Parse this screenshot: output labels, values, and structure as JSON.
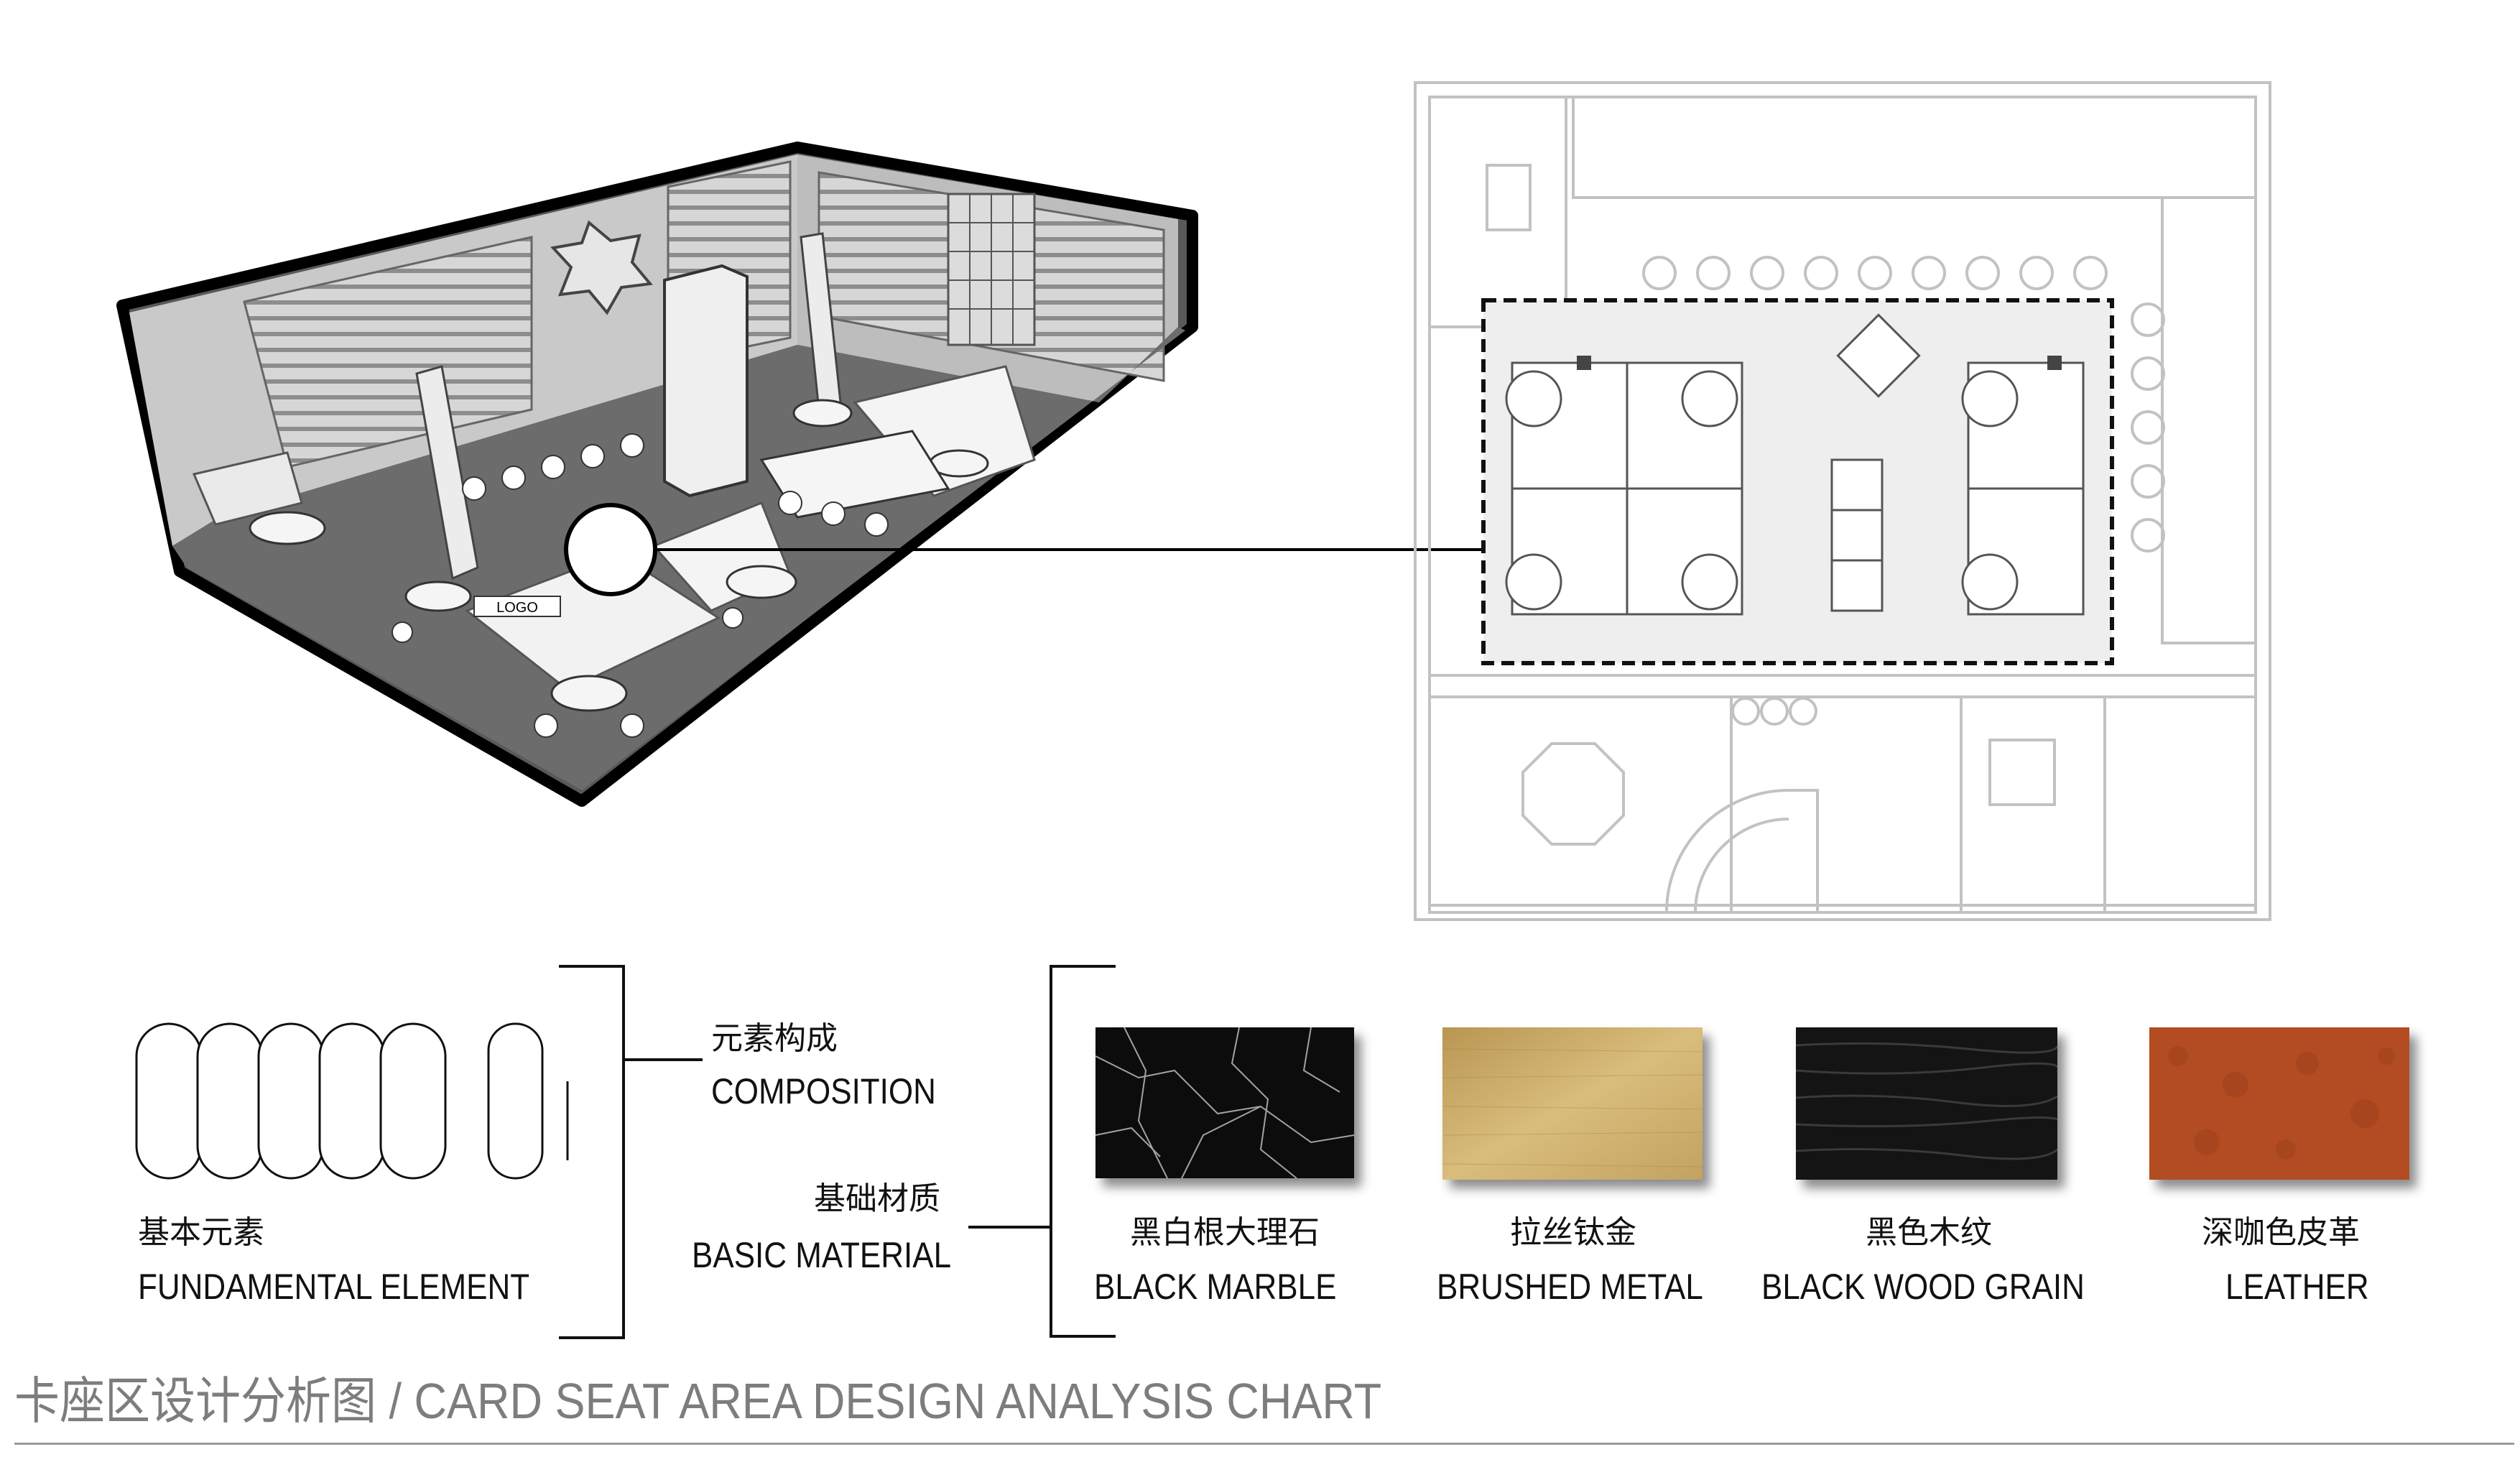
{
  "fundamental": {
    "cn": "基本元素",
    "en": "FUNDAMENTAL ELEMENT"
  },
  "composition": {
    "cn": "元素构成",
    "en": "COMPOSITION"
  },
  "basic": {
    "cn": "基础材质",
    "en": "BASIC MATERIAL"
  },
  "materials": [
    {
      "cn": "黑白根大理石",
      "en": "BLACK MARBLE",
      "color": "#0c0c0c"
    },
    {
      "cn": "拉丝钛金",
      "en": "BRUSHED METAL",
      "color": "#c9a861"
    },
    {
      "cn": "黑色木纹",
      "en": "BLACK WOOD GRAIN",
      "color": "#141414"
    },
    {
      "cn": "深咖色皮革",
      "en": "LEATHER",
      "color": "#b34c22"
    }
  ],
  "render_logo_text": "LOGO",
  "footer": {
    "title": "卡座区设计分析图 / CARD SEAT AREA DESIGN ANALYSIS CHART"
  }
}
